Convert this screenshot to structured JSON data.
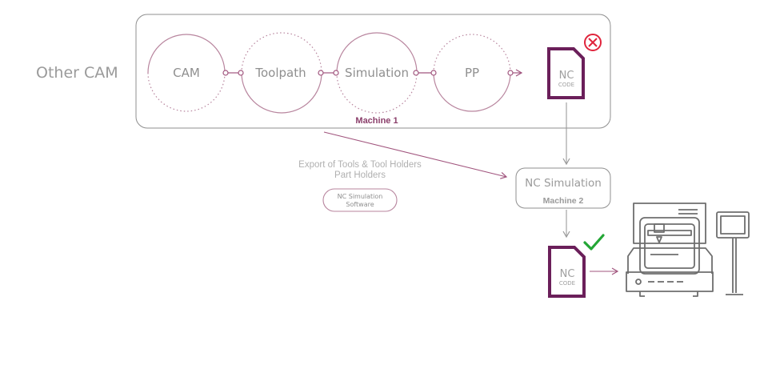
{
  "colors": {
    "accent": "#8b3f6b",
    "accent_light": "#b8859e",
    "gray": "#9a9a9a",
    "dark_gray": "#6e6e6e",
    "error": "#e0243c",
    "success": "#23a635",
    "doc_border": "#6b1f5a"
  },
  "left_label": "Other CAM",
  "machine1": {
    "label": "Machine 1",
    "steps": [
      "CAM",
      "Toolpath",
      "Simulation",
      "PP"
    ]
  },
  "nc_code": {
    "line1": "NC",
    "line2": "CODE"
  },
  "status_icons": {
    "error": "error-x-icon",
    "success": "checkmark-icon"
  },
  "export_text": {
    "line1": "Export of Tools & Tool Holders",
    "line2": "Part Holders"
  },
  "software_pill": {
    "line1": "NC Simulation",
    "line2": "Software"
  },
  "nc_sim_box": {
    "title": "NC Simulation",
    "subtitle": "Machine 2"
  },
  "machine_icon": "cnc-machine-icon",
  "terminal_icon": "control-terminal-icon"
}
